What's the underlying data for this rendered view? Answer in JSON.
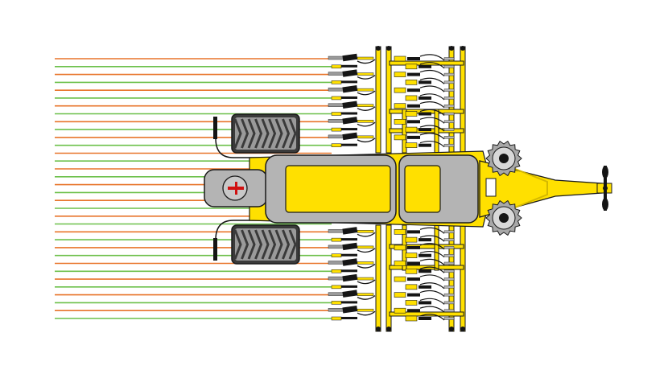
{
  "diagram": {
    "subject": "seed-drill-top-view",
    "row_count": 34,
    "row_color_sequence": [
      "orange",
      "green"
    ]
  },
  "colors": {
    "background": "#ffffff",
    "machine_yellow": "#ffe000",
    "machine_yellow_dark": "#d4b800",
    "hopper_grey": "#b4b4b4",
    "tyre_dark": "#3a3a3a",
    "tyre_tread": "#9a9a9a",
    "outline": "#1a1a1a",
    "furrow_orange": "#e8742a",
    "furrow_green": "#6cc04a",
    "coulter_black": "#151515",
    "hitch_red": "#d01010",
    "gear_grey": "#a8a8a8"
  }
}
